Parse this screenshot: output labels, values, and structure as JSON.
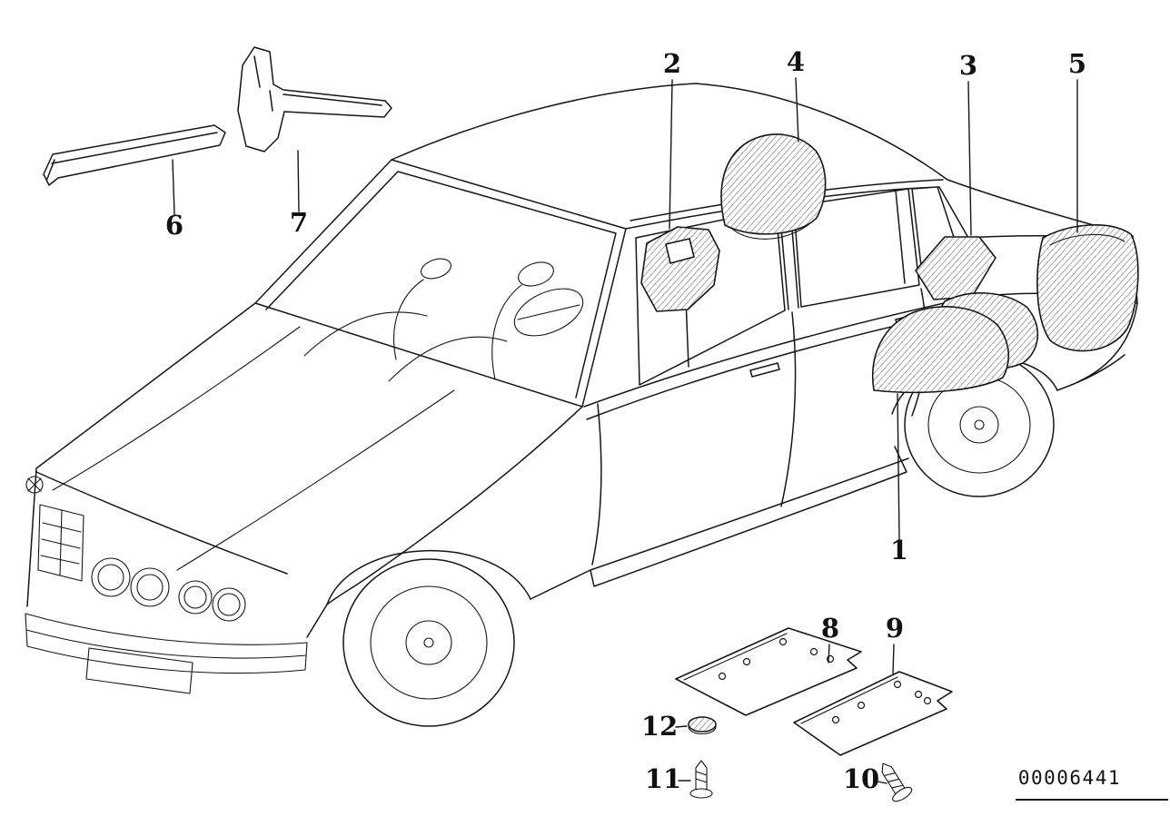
{
  "page": {
    "background_color": "#ffffff",
    "line_color": "#161616"
  },
  "diagram": {
    "drawing_number": "00006441",
    "callouts": [
      {
        "label": "1"
      },
      {
        "label": "2"
      },
      {
        "label": "3"
      },
      {
        "label": "4"
      },
      {
        "label": "5"
      },
      {
        "label": "6"
      },
      {
        "label": "7"
      },
      {
        "label": "8"
      },
      {
        "label": "9"
      },
      {
        "label": "10"
      },
      {
        "label": "11"
      },
      {
        "label": "12"
      }
    ]
  }
}
